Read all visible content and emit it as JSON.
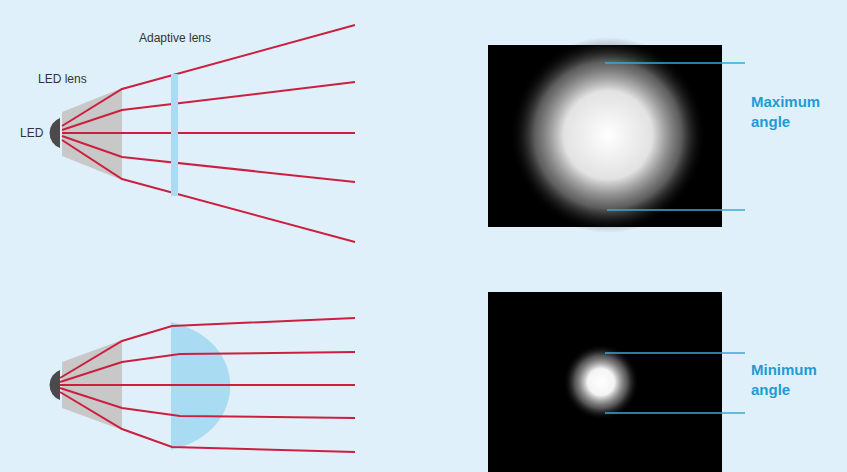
{
  "diagram": {
    "labels": [
      "Adaptive lens",
      "LED lens",
      "LED",
      "Maximum angle",
      "Minimum angle"
    ]
  }
}
